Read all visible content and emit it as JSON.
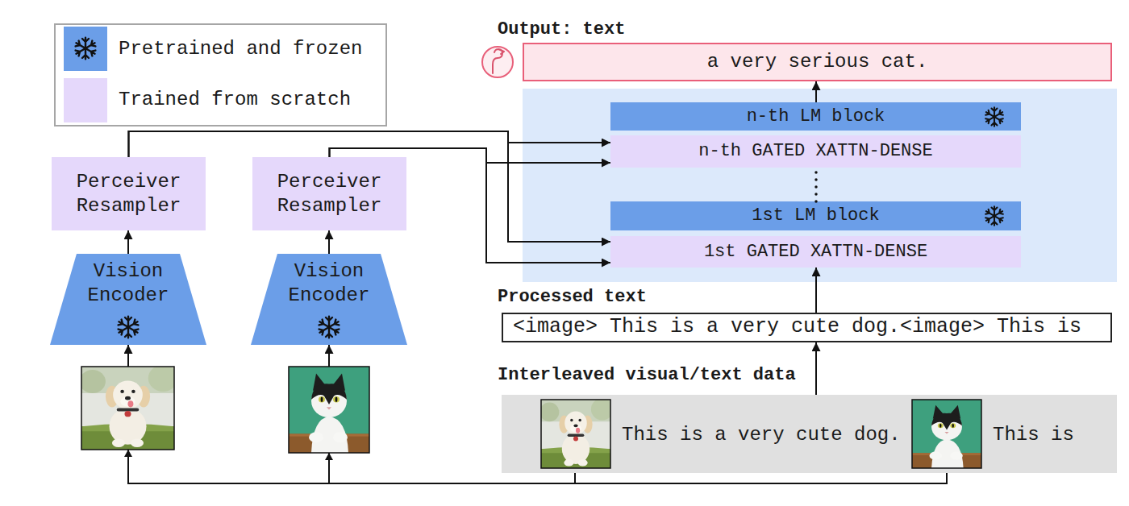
{
  "diagram": {
    "nodes": [
      {
        "text": [
          "Perceiver Resampler"
        ]
      },
      {
        "text": [
          "Perceiver Resampler"
        ]
      },
      {
        "text": [
          "Vision Encoder"
        ]
      },
      {
        "text": [
          "Vision Encoder"
        ]
      },
      {
        "text": [
          "Output: text",
          "a very serious cat."
        ]
      },
      {
        "text": [
          "n-th LM block"
        ]
      },
      {
        "text": [
          "n-th GATED XATTN-DENSE"
        ]
      },
      {
        "text": [
          "1st LM block"
        ]
      },
      {
        "text": [
          "1st GATED XATTN-DENSE"
        ]
      },
      {
        "text": [
          "Processed text",
          "<image> This is a very cute dog.<image> This is"
        ]
      },
      {
        "text": [
          "Interleaved visual/text data",
          "This is a very cute dog.",
          "This is"
        ]
      }
    ],
    "edges": [
      {
        "from": 2,
        "to": 0,
        "arrow": "to"
      },
      {
        "from": 3,
        "to": 1,
        "arrow": "to"
      },
      {
        "from": 0,
        "to": 6,
        "arrow": "to"
      },
      {
        "from": 0,
        "to": 8,
        "arrow": "to"
      },
      {
        "from": 1,
        "to": 6,
        "arrow": "to"
      },
      {
        "from": 1,
        "to": 8,
        "arrow": "to"
      },
      {
        "from": 10,
        "to": 2,
        "arrow": "to"
      },
      {
        "from": 10,
        "to": 3,
        "arrow": "to"
      },
      {
        "from": 10,
        "to": 9,
        "arrow": "to"
      },
      {
        "from": 9,
        "to": 8,
        "arrow": "to"
      },
      {
        "from": 7,
        "to": 6,
        "arrow": "none"
      },
      {
        "from": 5,
        "to": 4,
        "arrow": "to"
      }
    ],
    "legend": [
      {
        "text": "Pretrained and frozen",
        "color": "#6b9ee8"
      },
      {
        "text": "Trained from scratch",
        "color": "#e5d8fb"
      }
    ]
  }
}
